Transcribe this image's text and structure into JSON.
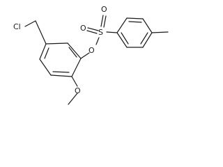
{
  "molecule": {
    "atom_labels": {
      "chlorine": "Cl",
      "sulfonyl_oxygen_left": "O",
      "sulfonyl_oxygen_right": "O",
      "sulfur": "S",
      "ester_oxygen": "O",
      "methoxy_oxygen": "O"
    }
  }
}
